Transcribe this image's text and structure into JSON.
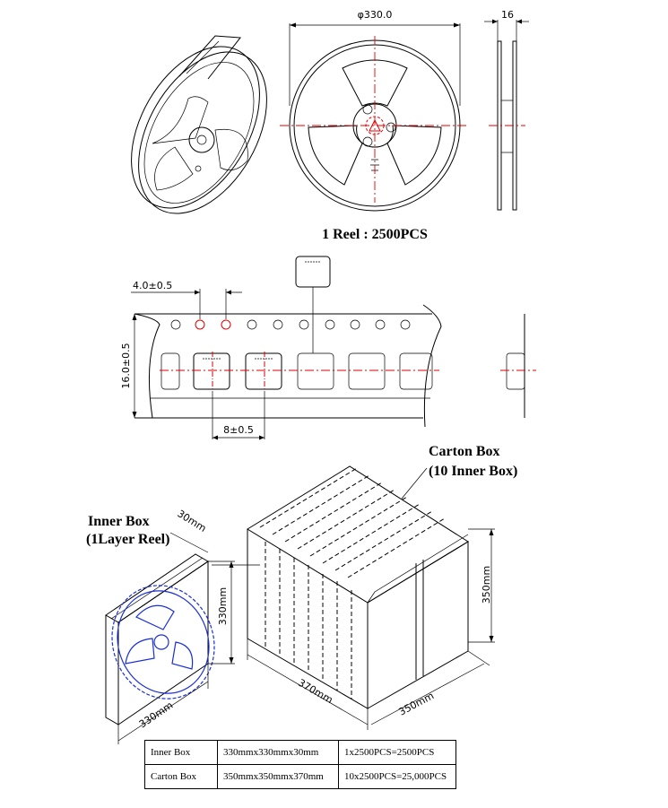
{
  "reel": {
    "diameter_label": "φ330.0",
    "width_label": "16",
    "caption": "1 Reel : 2500PCS"
  },
  "tape": {
    "hole_pitch_label": "4.0±0.5",
    "width_label": "16.0±0.5",
    "pocket_pitch_label": "8±0.5"
  },
  "carton": {
    "title_line1": "Carton Box",
    "title_line2": "(10 Inner Box)",
    "width_label": "370mm",
    "depth_label": "350mm",
    "height_label": "350mm"
  },
  "inner_box": {
    "title_line1": "Inner Box",
    "title_line2": "(1Layer Reel)",
    "thickness_label": "30mm",
    "height_label": "330mm",
    "width_label": "330mm"
  },
  "spec_table": {
    "rows": [
      {
        "name": "Inner Box",
        "size": "330mmx330mmx30mm",
        "qty": "1x2500PCS=2500PCS"
      },
      {
        "name": "Carton Box",
        "size": "350mmx350mmx370mm",
        "qty": "10x2500PCS=25,000PCS"
      }
    ]
  },
  "colors": {
    "centerline": "#e00000",
    "reel_highlight": "#1a2fd8",
    "line": "#000000"
  }
}
